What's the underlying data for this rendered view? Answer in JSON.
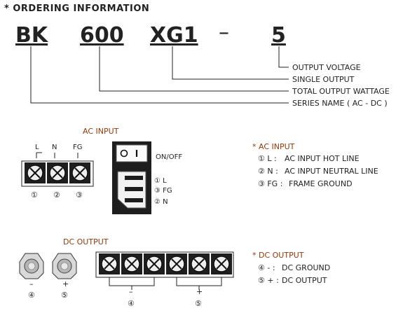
{
  "header": {
    "title": "* ORDERING INFORMATION"
  },
  "code": {
    "parts": [
      "BK",
      "600",
      "XG1",
      "–",
      "5"
    ]
  },
  "code_labels": [
    "OUTPUT VOLTAGE",
    "SINGLE OUTPUT",
    "TOTAL OUTPUT WATTAGE",
    "SERIES NAME ( AC - DC )"
  ],
  "ac_input": {
    "label": "AC INPUT",
    "terminal_tops": [
      "L",
      "N",
      "FG"
    ],
    "terminal_nums": [
      "①",
      "②",
      "③"
    ],
    "switch_label": "ON/OFF",
    "socket_pins": [
      "① L",
      "③ FG",
      "② N"
    ]
  },
  "ac_legend": {
    "title": "* AC INPUT",
    "items": [
      {
        "key": "① L :",
        "desc": "AC INPUT HOT LINE"
      },
      {
        "key": "② N :",
        "desc": "AC INPUT NEUTRAL LINE"
      },
      {
        "key": "③ FG :",
        "desc": "FRAME GROUND"
      }
    ]
  },
  "dc_output": {
    "label": "DC OUTPUT",
    "posts": [
      {
        "sign": "–",
        "num": "④"
      },
      {
        "sign": "+",
        "num": "⑤"
      }
    ],
    "groups": [
      {
        "sign": "–",
        "num": "④"
      },
      {
        "sign": "+",
        "num": "⑤"
      }
    ]
  },
  "dc_legend": {
    "title": "* DC OUTPUT",
    "items": [
      {
        "key": "④ - :",
        "desc": "DC GROUND"
      },
      {
        "key": "⑤ + :",
        "desc": "DC OUTPUT"
      }
    ]
  },
  "colors": {
    "accent": "#8b3a0e",
    "line": "#222222"
  }
}
